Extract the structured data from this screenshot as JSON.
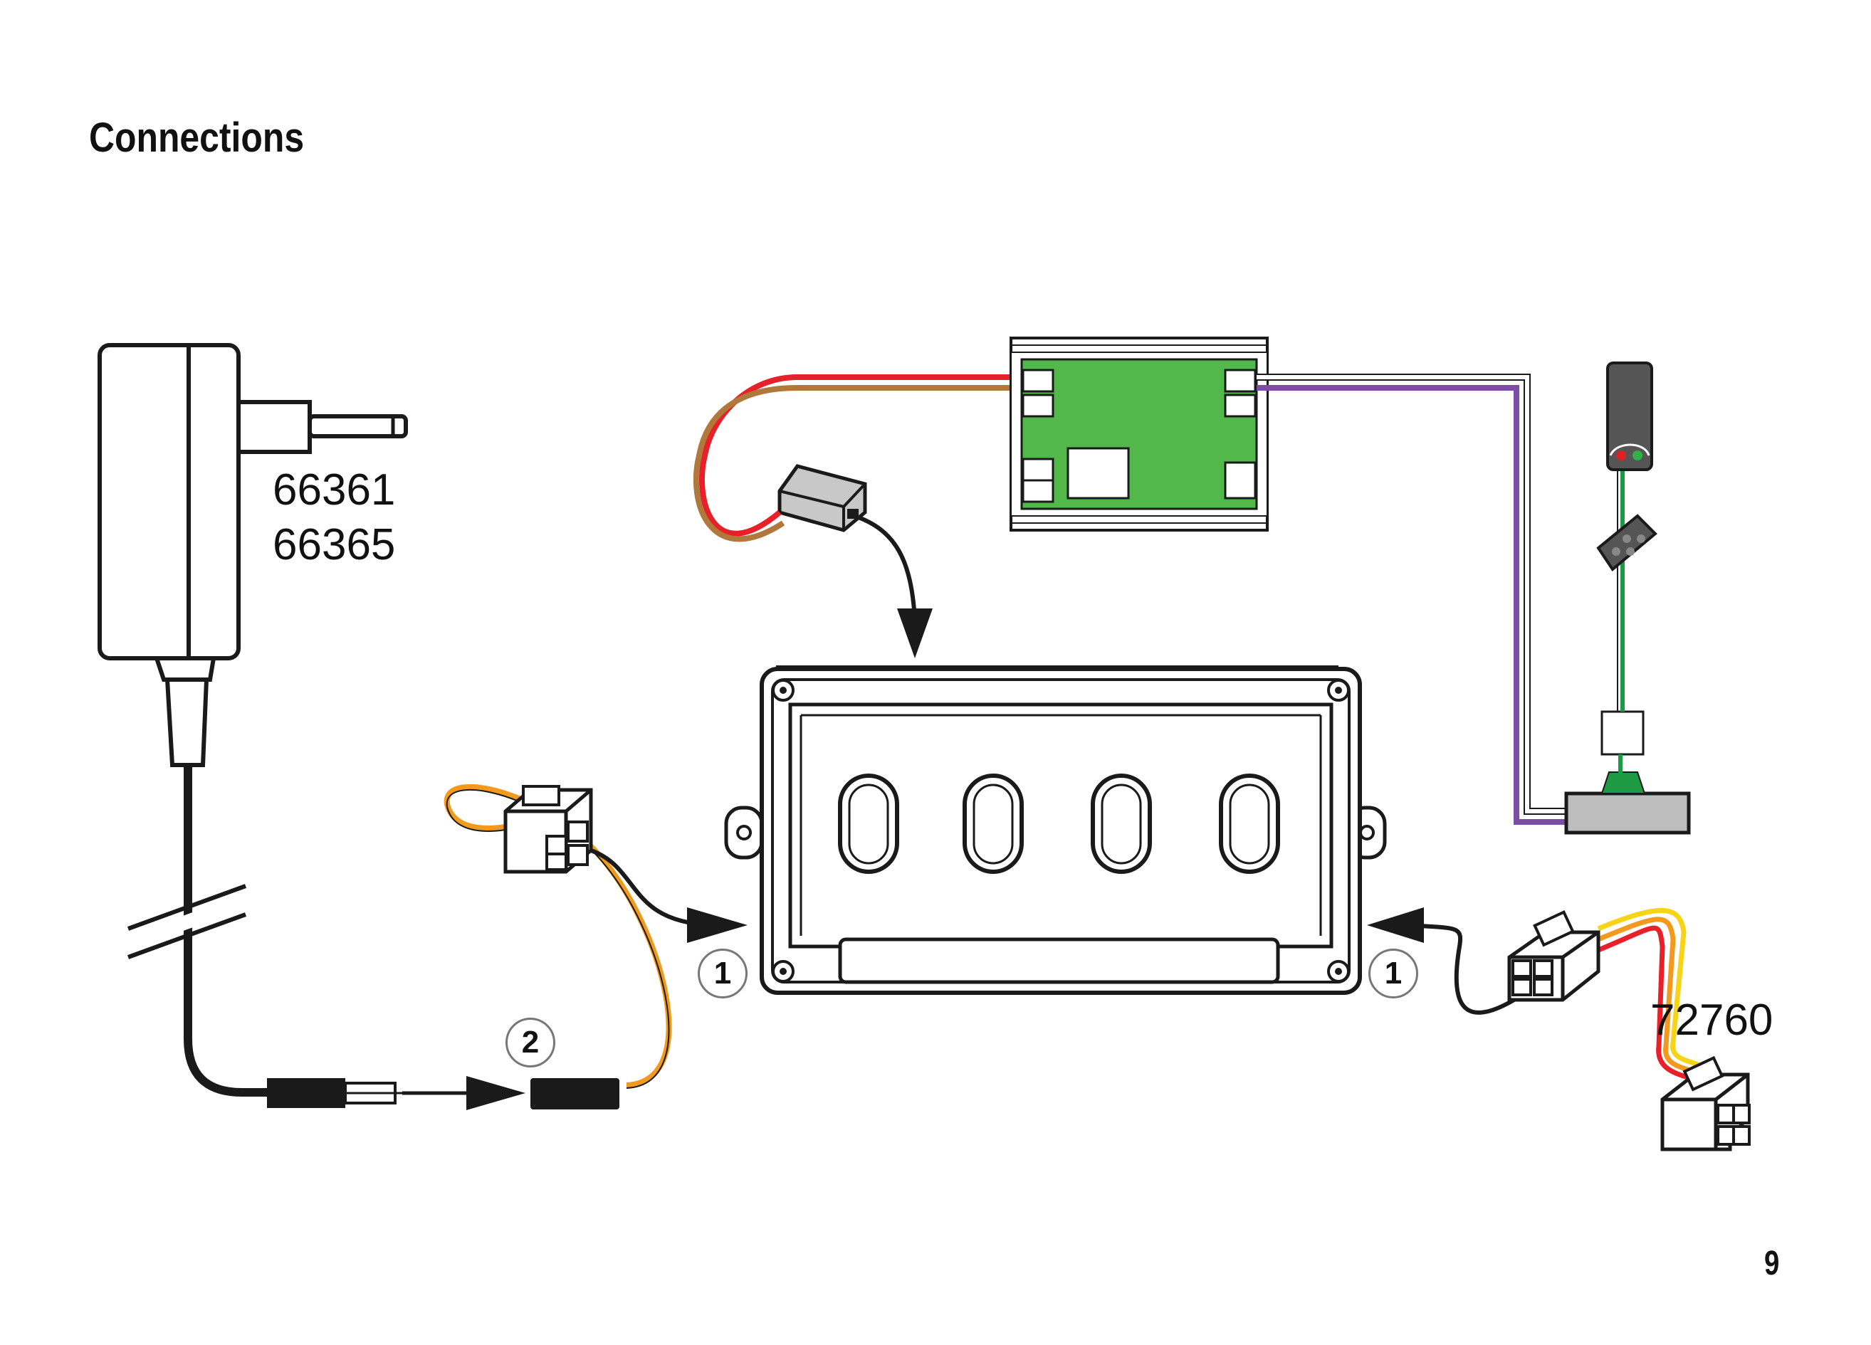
{
  "heading": "Connections",
  "page_number": "9",
  "part_numbers": {
    "power_supply": [
      "66361",
      "66365"
    ],
    "cable_set": "72760"
  },
  "callouts": {
    "left_socket": "1",
    "right_socket": "1",
    "power_plug": "2"
  },
  "colors": {
    "outline": "#1a1a1a",
    "pcb_green": "#52b84a",
    "signal_wire_green": "#1f9a44",
    "wire_red": "#e8202a",
    "wire_brown": "#b0783a",
    "wire_purple": "#7b4ea6",
    "wire_orange": "#f39a1e",
    "wire_yellow": "#f7d417",
    "plug_grey": "#c8c8c8",
    "signal_head": "#555555",
    "lamp_red": "#e02020",
    "lamp_green": "#2fb24a"
  },
  "icons": [
    "power-supply-icon",
    "control-box-icon",
    "decoder-board-icon",
    "light-signal-icon",
    "plug-connector-icon",
    "arrow-icon"
  ]
}
